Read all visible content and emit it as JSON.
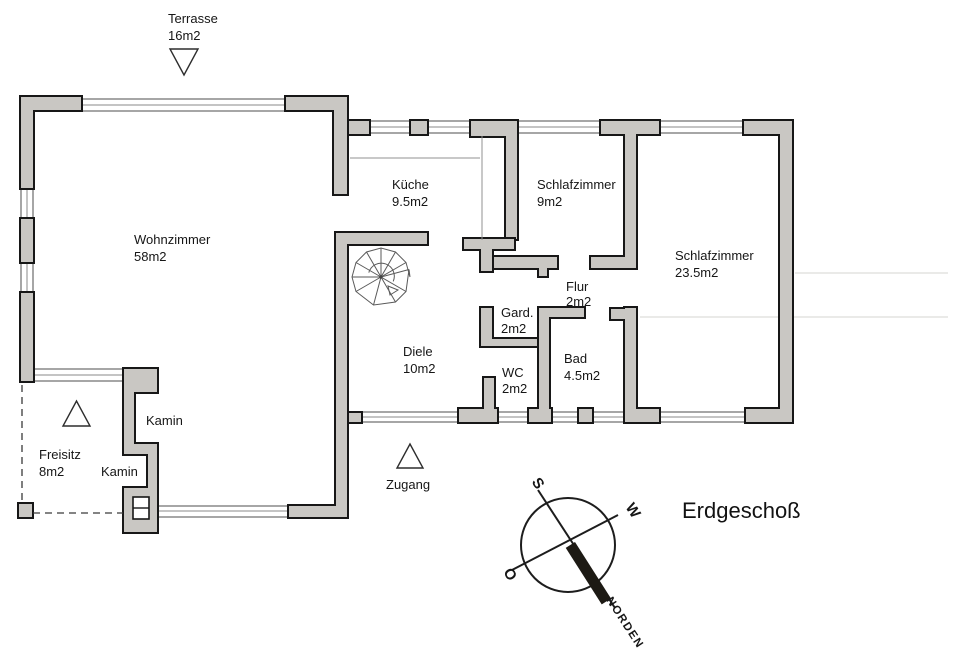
{
  "title": "Erdgeschoß",
  "rooms": {
    "terrasse": {
      "name": "Terrasse",
      "area": "16m2"
    },
    "wohnzimmer": {
      "name": "Wohnzimmer",
      "area": "58m2"
    },
    "kueche": {
      "name": "Küche",
      "area": "9.5m2"
    },
    "schlafzimmer_klein": {
      "name": "Schlafzimmer",
      "area": "9m2"
    },
    "schlafzimmer_gross": {
      "name": "Schlafzimmer",
      "area": "23.5m2"
    },
    "flur": {
      "name": "Flur",
      "area": "2m2"
    },
    "garderobe": {
      "name": "Gard.",
      "area": "2m2"
    },
    "diele": {
      "name": "Diele",
      "area": "10m2"
    },
    "wc": {
      "name": "WC",
      "area": "2m2"
    },
    "bad": {
      "name": "Bad",
      "area": "4.5m2"
    },
    "freisitz": {
      "name": "Freisitz",
      "area": "8m2"
    }
  },
  "labels": {
    "kamin_upper": "Kamin",
    "kamin_lower": "Kamin",
    "zugang": "Zugang"
  },
  "compass": {
    "sued": "S",
    "west": "W",
    "ost": "O",
    "norden": "NORDEN"
  },
  "colors": {
    "wall_fill": "#c9c7c3",
    "wall_outline": "#171717",
    "window_line": "#4d4d4d",
    "dashed_line": "#3a3a3a",
    "compass_bar": "#1d1a14",
    "text": "#161616",
    "background": "#ffffff"
  }
}
